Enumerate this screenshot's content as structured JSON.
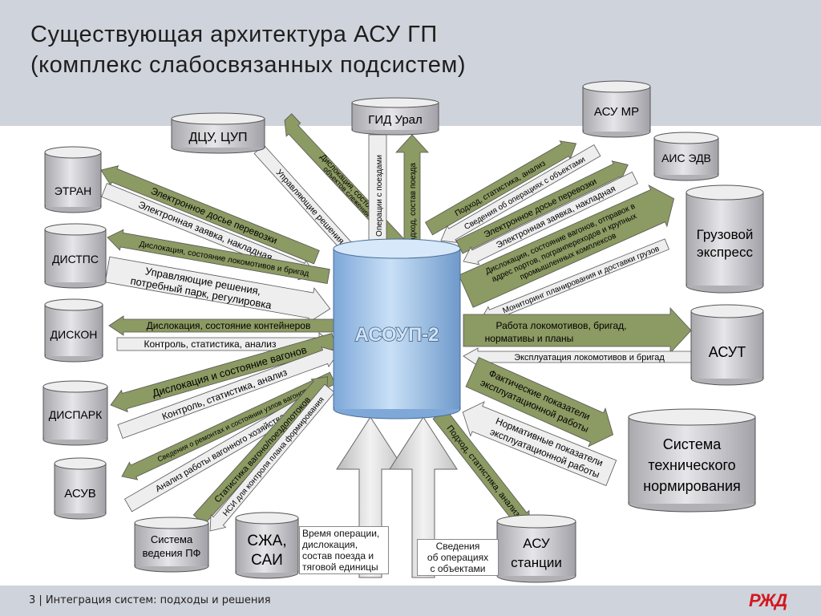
{
  "title": {
    "line1": "Существующая архитектура АСУ ГП",
    "line2": "(комплекс слабосвязанных подсистем)"
  },
  "center": "АСОУП-2",
  "systems": {
    "dcu": "ДЦУ, ЦУП",
    "gid": "ГИД Урал",
    "asu_mr": "АСУ МР",
    "ais_edv": "АИС ЭДВ",
    "gruzovoy1": "Грузовой",
    "gruzovoy2": "экспресс",
    "asut": "АСУТ",
    "stn1": "Система",
    "stn2": "технического",
    "stn3": "нормирования",
    "etran": "ЭТРАН",
    "distps": "ДИСТПС",
    "diskon": "ДИСКОН",
    "dispark": "ДИСПАРК",
    "asuv": "АСУВ",
    "svpf1": "Система",
    "svpf2": "ведения ПФ",
    "szha1": "СЖА,",
    "szha2": "САИ",
    "asus1": "АСУ",
    "asus2": "станции"
  },
  "flows": {
    "dcu_in_1": "Дислокация, состояние",
    "dcu_in_2": "объектов слежения",
    "dcu_out": "Управляющие решения",
    "gid_down": "Операции с поездами",
    "gid_up": "Подход, состав поезда",
    "asumr_1": "Подход, статистика, анализ",
    "asumr_2": "Сведения об операциях с объектами",
    "ais_1": "Электронное досье перевозки",
    "ais_2": "Электронная заявка, накладная",
    "gruz_1": "Дислокация, состояние вагонов, отправок в",
    "gruz_2": "адрес портов, погранпереходов и крупных",
    "gruz_3": "промышленных комплексов",
    "gruz_4": "Мониторинг планирования и доставки грузов",
    "asut_out_1": "Работа локомотивов, бригад,",
    "asut_out_2": "нормативы и планы",
    "asut_in": "Эксплуатация локомотивов и бригад",
    "stn_out_1": "Фактические показатели",
    "stn_out_2": "эксплуатационной работы",
    "stn_in_1": "Нормативные показатели",
    "stn_in_2": "эксплуатационной работы",
    "etran_out": "Электронное досье перевозки",
    "etran_in": "Электронная заявка, накладная",
    "distps_out": "Дислокация, состояние локомотивов и бригад",
    "distps_in_1": "Управляющие решения,",
    "distps_in_2": "потребный парк, регулировка",
    "diskon_out": "Дислокация, состояние контейнеров",
    "diskon_in": "Контроль, статистика, анализ",
    "dispark_out": "Дислокация и состояние вагонов",
    "dispark_in": "Контроль, статистика, анализ",
    "asuv_out": "Сведения о ремонтах и состоянии узлов вагонов",
    "asuv_in": "Анализ работы вагонного хозяйства",
    "svpf_out": "Статистика вагоно/поездопотоков",
    "svpf_in": "НСИ для контроля плана формирования",
    "asus_out": "Подход, статистика, анализ",
    "szha_note_1": "Время операции,",
    "szha_note_2": "дислокация,",
    "szha_note_3": "состав поезда и",
    "szha_note_4": "тяговой единицы",
    "asus_note_1": "Сведения",
    "asus_note_2": "об операциях",
    "asus_note_3": "с объектами"
  },
  "footer": {
    "page": "3",
    "text": "| Интеграция систем: подходы и решения",
    "logo": "РЖД"
  },
  "colors": {
    "header": "#cfd3db",
    "olive_arrow": "#8c9a63",
    "white_arrow": "#eeeeee",
    "cylinder": "#c8c8cc",
    "center_cylinder": "#98bde6",
    "logo": "#d5171e"
  }
}
